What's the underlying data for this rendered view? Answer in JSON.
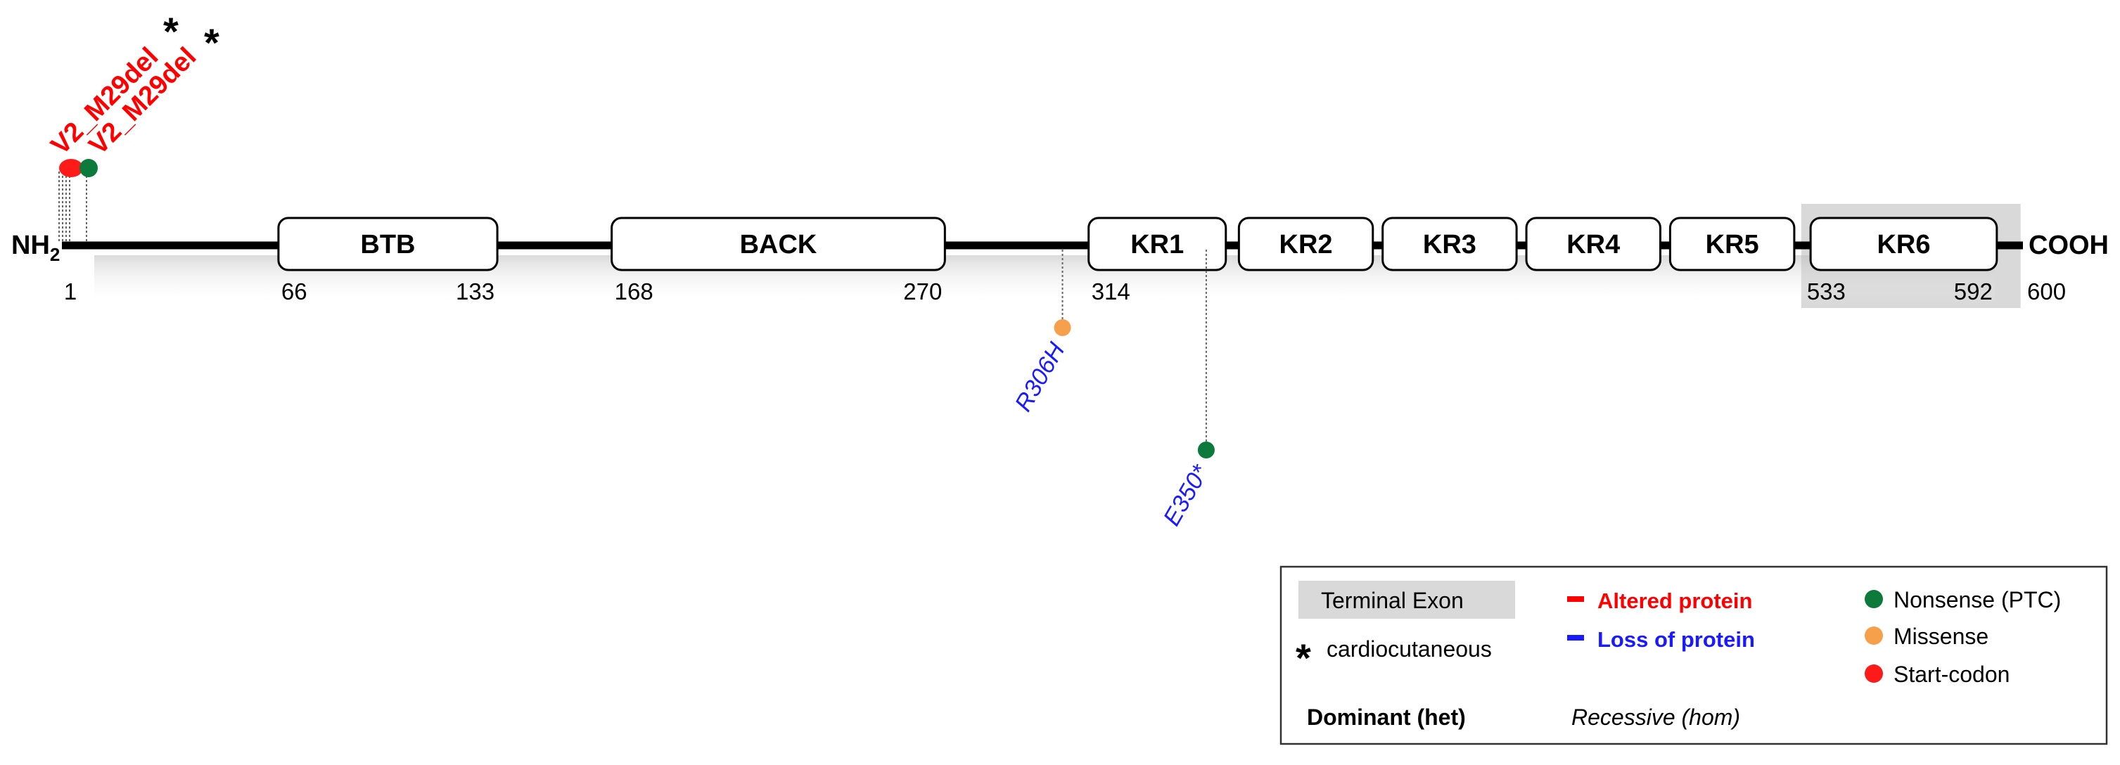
{
  "protein": {
    "n_terminus": "NH",
    "n_terminus_sub": "2",
    "c_terminus": "COOH",
    "domains": [
      {
        "label": "BTB",
        "start": 66,
        "end": 133,
        "start_label": "66",
        "end_label": "133"
      },
      {
        "label": "BACK",
        "start": 168,
        "end": 270,
        "start_label": "168",
        "end_label": "270"
      },
      {
        "label": "KR1",
        "start": 314,
        "end": 356,
        "start_label": "314",
        "end_label": ""
      },
      {
        "label": "KR2",
        "start": 360,
        "end": 401,
        "start_label": "",
        "end_label": ""
      },
      {
        "label": "KR3",
        "start": 404,
        "end": 445,
        "start_label": "",
        "end_label": ""
      },
      {
        "label": "KR4",
        "start": 448,
        "end": 489,
        "start_label": "",
        "end_label": ""
      },
      {
        "label": "KR5",
        "start": 492,
        "end": 530,
        "start_label": "",
        "end_label": ""
      },
      {
        "label": "KR6",
        "start": 535,
        "end": 592,
        "start_label": "",
        "end_label": ""
      }
    ],
    "position_labels": [
      "1",
      "533",
      "592",
      "600"
    ],
    "terminal_exon": {
      "start": 533,
      "end": 598
    }
  },
  "variants": [
    {
      "label": "V2_M29del",
      "position": 1,
      "type": "start-codon",
      "effect": "altered",
      "cardiocutaneous": true
    },
    {
      "label": "V2_M29del",
      "position": 6,
      "type": "nonsense",
      "effect": "altered",
      "cardiocutaneous": true
    },
    {
      "label": "R306H",
      "position": 306,
      "type": "missense",
      "effect": "loss"
    },
    {
      "label": "E350*",
      "position": 350,
      "type": "nonsense",
      "effect": "loss"
    }
  ],
  "star_symbol": "*",
  "legend": {
    "terminal_exon": "Terminal Exon",
    "cardiocutaneous": "cardiocutaneous",
    "altered_protein": "Altered protein",
    "loss_of_protein": "Loss of protein",
    "nonsense": "Nonsense (PTC)",
    "missense": "Missense",
    "start_codon": "Start-codon",
    "dominant": "Dominant (het)",
    "recessive": "Recessive (hom)"
  },
  "colors": {
    "altered": "#ff0000",
    "loss": "#1a1aff",
    "nonsense": "#0b7a3a",
    "missense": "#f7a04b",
    "start_codon": "#ff1a1a",
    "terminal_exon": "#d9d9d9"
  }
}
